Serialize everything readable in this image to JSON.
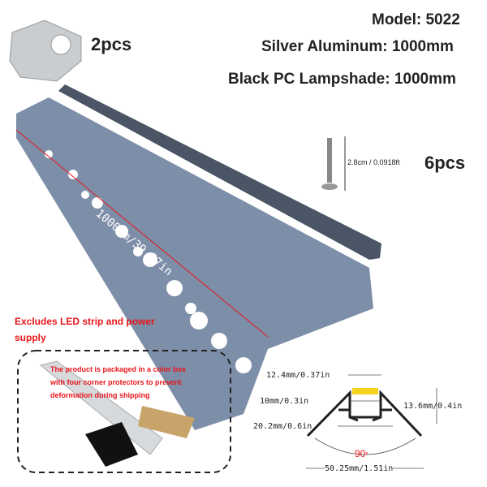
{
  "specs": {
    "model": "Model: 5022",
    "aluminum": "Silver Aluminum: 1000mm",
    "lampshade": "Black PC Lampshade: 1000mm"
  },
  "corner_qty": "2pcs",
  "screw": {
    "length": "2.8cm / 0.0918ft",
    "qty": "6pcs"
  },
  "profile_length": "1000mm/39.37in",
  "notes": {
    "excludes": "Excludes LED strip and power supply",
    "packaging": "The product is packaged in a color box with four corner protectors to prevent deformation during shipping"
  },
  "dimensions": {
    "top_width": "12.4mm/0.37in",
    "inner_width": "10mm/0.3in",
    "base_width": "20.2mm/0.6in",
    "height": "13.6mm/0.4in",
    "angle": "90",
    "angle_unit": "°",
    "total_width": "50.25mm/1.51in"
  },
  "colors": {
    "profile": "#7d8ea8",
    "lampshade": "#4a5566",
    "accent_red": "#e8161b",
    "led": "#f5d21e"
  }
}
